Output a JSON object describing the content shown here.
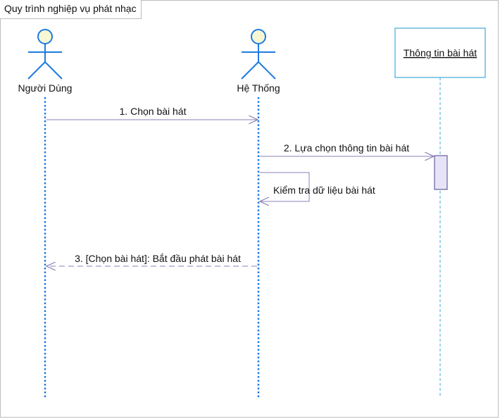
{
  "diagram": {
    "title": "Quy trình nghiệp vụ phát nhạc",
    "lifelines": [
      {
        "kind": "actor",
        "name": "Người Dùng"
      },
      {
        "kind": "actor",
        "name": "Hệ Thống"
      },
      {
        "kind": "object",
        "name": "Thông tin bài hát"
      }
    ],
    "messages": [
      {
        "label": "1. Chọn bài hát",
        "type": "sync"
      },
      {
        "label": "2. Lựa chọn thông tin bài hát",
        "type": "sync"
      },
      {
        "label": "Kiểm tra dữ liệu bài hát",
        "type": "self"
      },
      {
        "label": "3. [Chọn bài hát]: Bắt đầu phát bài hát",
        "type": "return"
      }
    ],
    "colors": {
      "actor_stroke": "#1e7be0",
      "actor_head_fill": "#f7f7d4",
      "lifeline": "#1e7be0",
      "object_box_border": "#3fa9d9",
      "message_line": "#8a80b8",
      "activation_fill": "#e6e4f6",
      "activation_border": "#4b3f8a"
    }
  }
}
